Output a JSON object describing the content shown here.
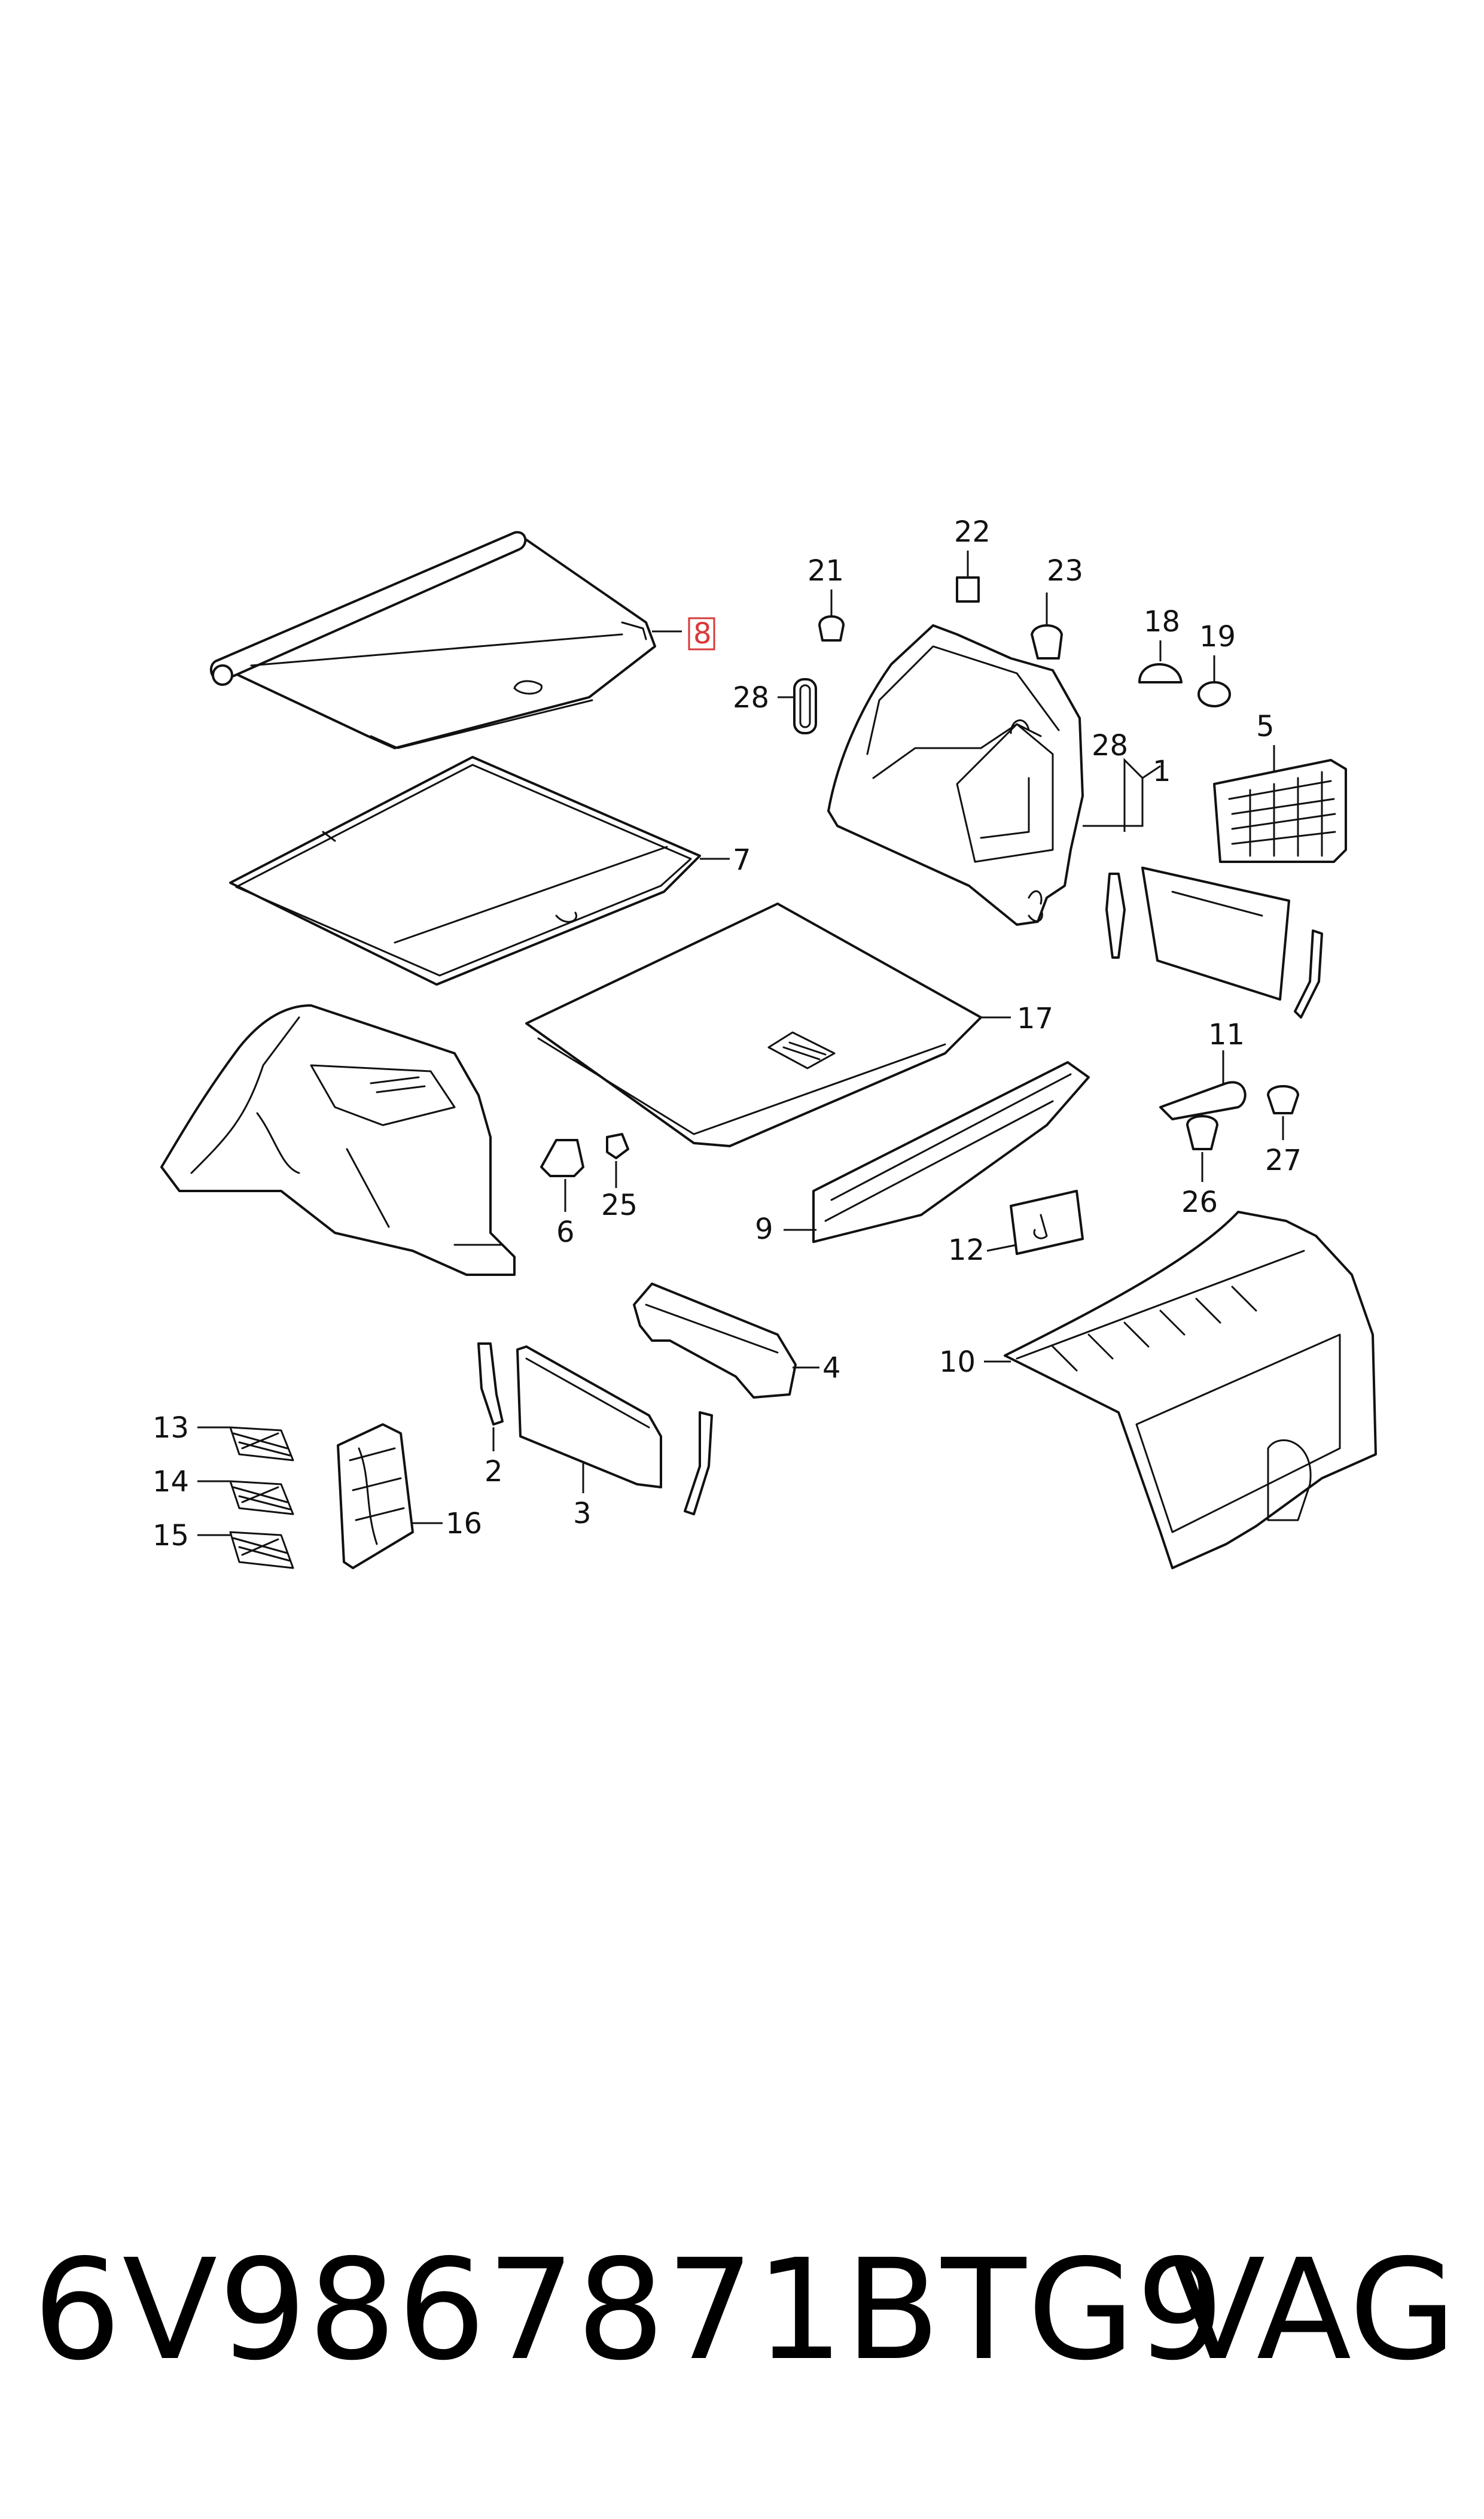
{
  "diagram": {
    "callouts": {
      "c1": "1",
      "c2": "2",
      "c3": "3",
      "c4": "4",
      "c5": "5",
      "c6": "6",
      "c7": "7",
      "c8": "8",
      "c9": "9",
      "c10": "10",
      "c11": "11",
      "c12": "12",
      "c13": "13",
      "c14": "14",
      "c15": "15",
      "c16": "16",
      "c17": "17",
      "c18": "18",
      "c19": "19",
      "c21": "21",
      "c22": "22",
      "c23": "23",
      "c25": "25",
      "c26": "26",
      "c27": "27",
      "c28a": "28",
      "c28b": "28"
    },
    "highlighted_callout": "8",
    "highlight_color": "#d9383a"
  },
  "caption": {
    "part_number": "6V9867871BTG9",
    "brand": "VAG"
  }
}
